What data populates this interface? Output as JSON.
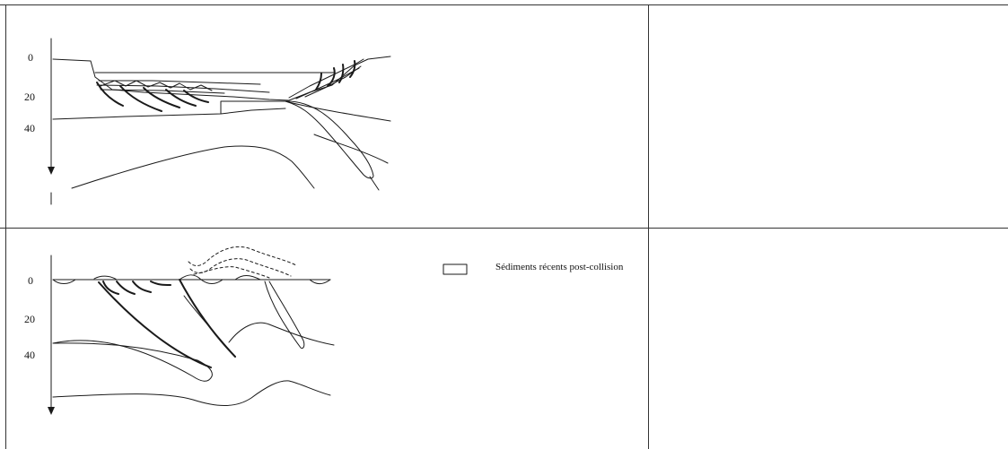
{
  "top_panel": {
    "depth_ticks": [
      "0",
      "20",
      "40"
    ]
  },
  "bottom_panel": {
    "depth_ticks": [
      "0",
      "20",
      "40"
    ],
    "legend": {
      "label": "Sédiments récents post-collision",
      "swatch_color": "#ffffff"
    }
  },
  "colors": {
    "line": "#1a1a1a",
    "grid": "#333333"
  }
}
